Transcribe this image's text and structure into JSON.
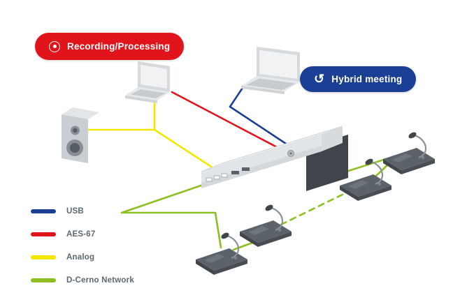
{
  "badges": {
    "recording": {
      "label": "Recording/Processing",
      "color": "#e2141b"
    },
    "hybrid": {
      "label": "Hybrid meeting",
      "color": "#1b3f94"
    }
  },
  "legend": {
    "items": [
      {
        "id": "usb",
        "label": "USB",
        "color": "#1b3f94"
      },
      {
        "id": "aes67",
        "label": "AES-67",
        "color": "#e2141b"
      },
      {
        "id": "analog",
        "label": "Analog",
        "color": "#f3e600"
      },
      {
        "id": "dcerno",
        "label": "D-Cerno Network",
        "color": "#8dbf21"
      }
    ]
  },
  "diagram": {
    "nodes": [
      {
        "id": "laptop-recording",
        "type": "laptop"
      },
      {
        "id": "laptop-hybrid",
        "type": "laptop"
      },
      {
        "id": "speaker",
        "type": "loudspeaker"
      },
      {
        "id": "central-unit",
        "type": "conference-central-unit"
      },
      {
        "id": "mic-1",
        "type": "delegate-microphone"
      },
      {
        "id": "mic-2",
        "type": "delegate-microphone"
      },
      {
        "id": "mic-3",
        "type": "delegate-microphone"
      },
      {
        "id": "mic-4",
        "type": "delegate-microphone"
      }
    ],
    "connections": [
      {
        "from": "laptop-hybrid",
        "to": "central-unit",
        "type": "USB"
      },
      {
        "from": "laptop-recording",
        "to": "central-unit",
        "type": "AES-67"
      },
      {
        "from": "speaker",
        "to": "central-unit",
        "type": "Analog"
      },
      {
        "from": "laptop-recording",
        "to": "speaker",
        "type": "Analog"
      },
      {
        "from": "central-unit",
        "to": "mic-1",
        "type": "D-Cerno Network"
      },
      {
        "from": "mic-1",
        "to": "mic-2",
        "type": "D-Cerno Network"
      },
      {
        "from": "mic-2",
        "to": "mic-3",
        "type": "D-Cerno Network",
        "style": "dashed"
      },
      {
        "from": "mic-3",
        "to": "mic-4",
        "type": "D-Cerno Network"
      },
      {
        "from": "mic-4",
        "to": "central-unit",
        "type": "D-Cerno Network"
      }
    ]
  }
}
